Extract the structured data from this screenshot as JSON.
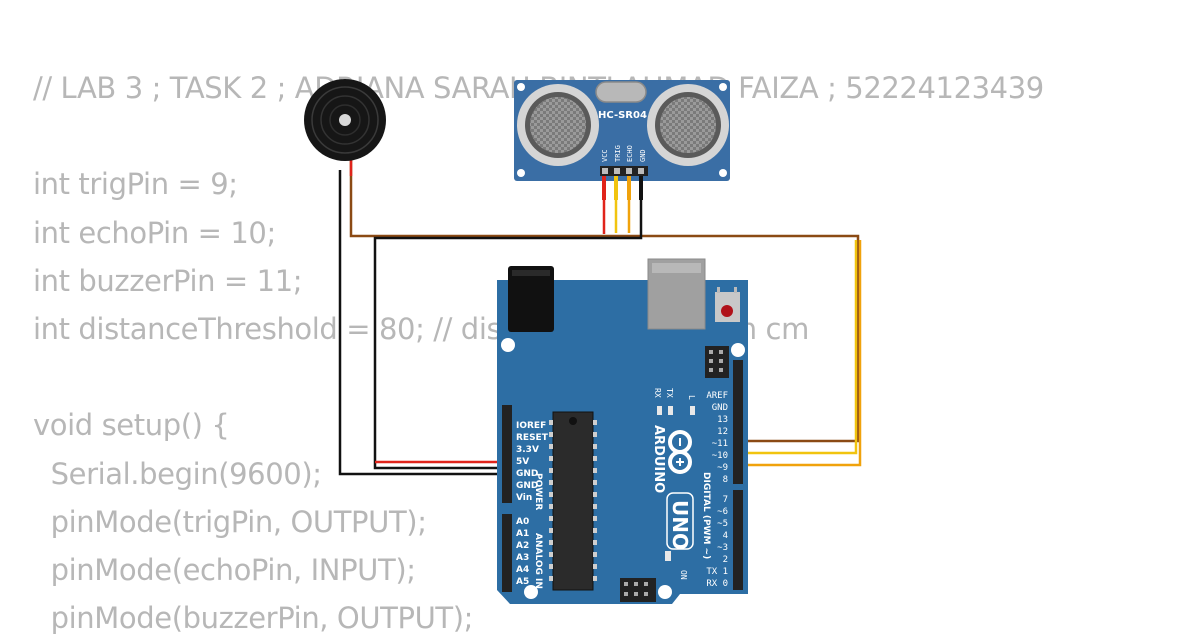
{
  "code_lines": [
    "// LAB 3 ; TASK 2 ; ADRIANA SARAH BINTI AHMAD FAIZA ; 52224123439",
    "",
    "int trigPin = 9;",
    "int echoPin = 10;",
    "int buzzerPin = 11;",
    "int distanceThreshold = 80; // distance threshold in cm",
    "",
    "void setup() {",
    "  Serial.begin(9600);",
    "  pinMode(trigPin, OUTPUT);",
    "  pinMode(echoPin, INPUT);",
    "  pinMode(buzzerPin, OUTPUT);"
  ],
  "sensor": {
    "model": "HC-SR04",
    "pins": [
      "VCC",
      "TRIG",
      "ECHO",
      "GND"
    ]
  },
  "arduino": {
    "brand": "ARDUINO",
    "model": "UNO",
    "tx_label": "TX",
    "rx_label": "RX",
    "l_label": "L",
    "on_label": "ON",
    "power_label": "POWER",
    "analog_label": "ANALOG IN",
    "digital_label": "DIGITAL (PWM ~)",
    "power_pins": [
      "IOREF",
      "RESET",
      "3.3V",
      "5V",
      "GND",
      "GND",
      "Vin"
    ],
    "analog_pins": [
      "A0",
      "A1",
      "A2",
      "A3",
      "A4",
      "A5"
    ],
    "digital_pins_upper": [
      "AREF",
      "GND",
      "13",
      "12",
      "~11",
      "~10",
      "~9",
      "8"
    ],
    "digital_pins_lower": [
      "7",
      "~6",
      "~5",
      "4",
      "~3",
      "2",
      "TX 1",
      "RX 0"
    ]
  },
  "wire_colors": {
    "red": "#e0241b",
    "black": "#111111",
    "brown": "#8b4a14",
    "yellow": "#f1c40f",
    "orange": "#f0a20c"
  },
  "board_color": "#2d6ea4",
  "sensor_color": "#3a6ea5"
}
